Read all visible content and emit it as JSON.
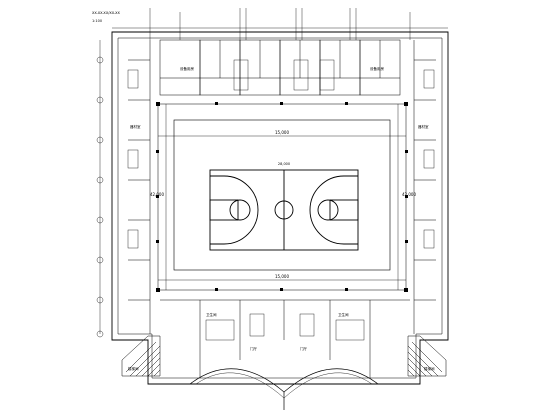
{
  "drawing": {
    "header_note": "XX-XX-XX/XX-XX",
    "sheet_label": "1:100"
  },
  "dimensions": {
    "top": "15,000",
    "left": "42,000",
    "bottom": "15,000",
    "right": "42,000",
    "court_inner": "28,000"
  },
  "room_labels": [
    "设备用房",
    "设备用房",
    "器材室",
    "器材室",
    "卫生间",
    "卫生间",
    "门厅",
    "门厅",
    "楼梯间",
    "楼梯间"
  ],
  "colors": {
    "line": "#000000",
    "background": "#ffffff"
  }
}
